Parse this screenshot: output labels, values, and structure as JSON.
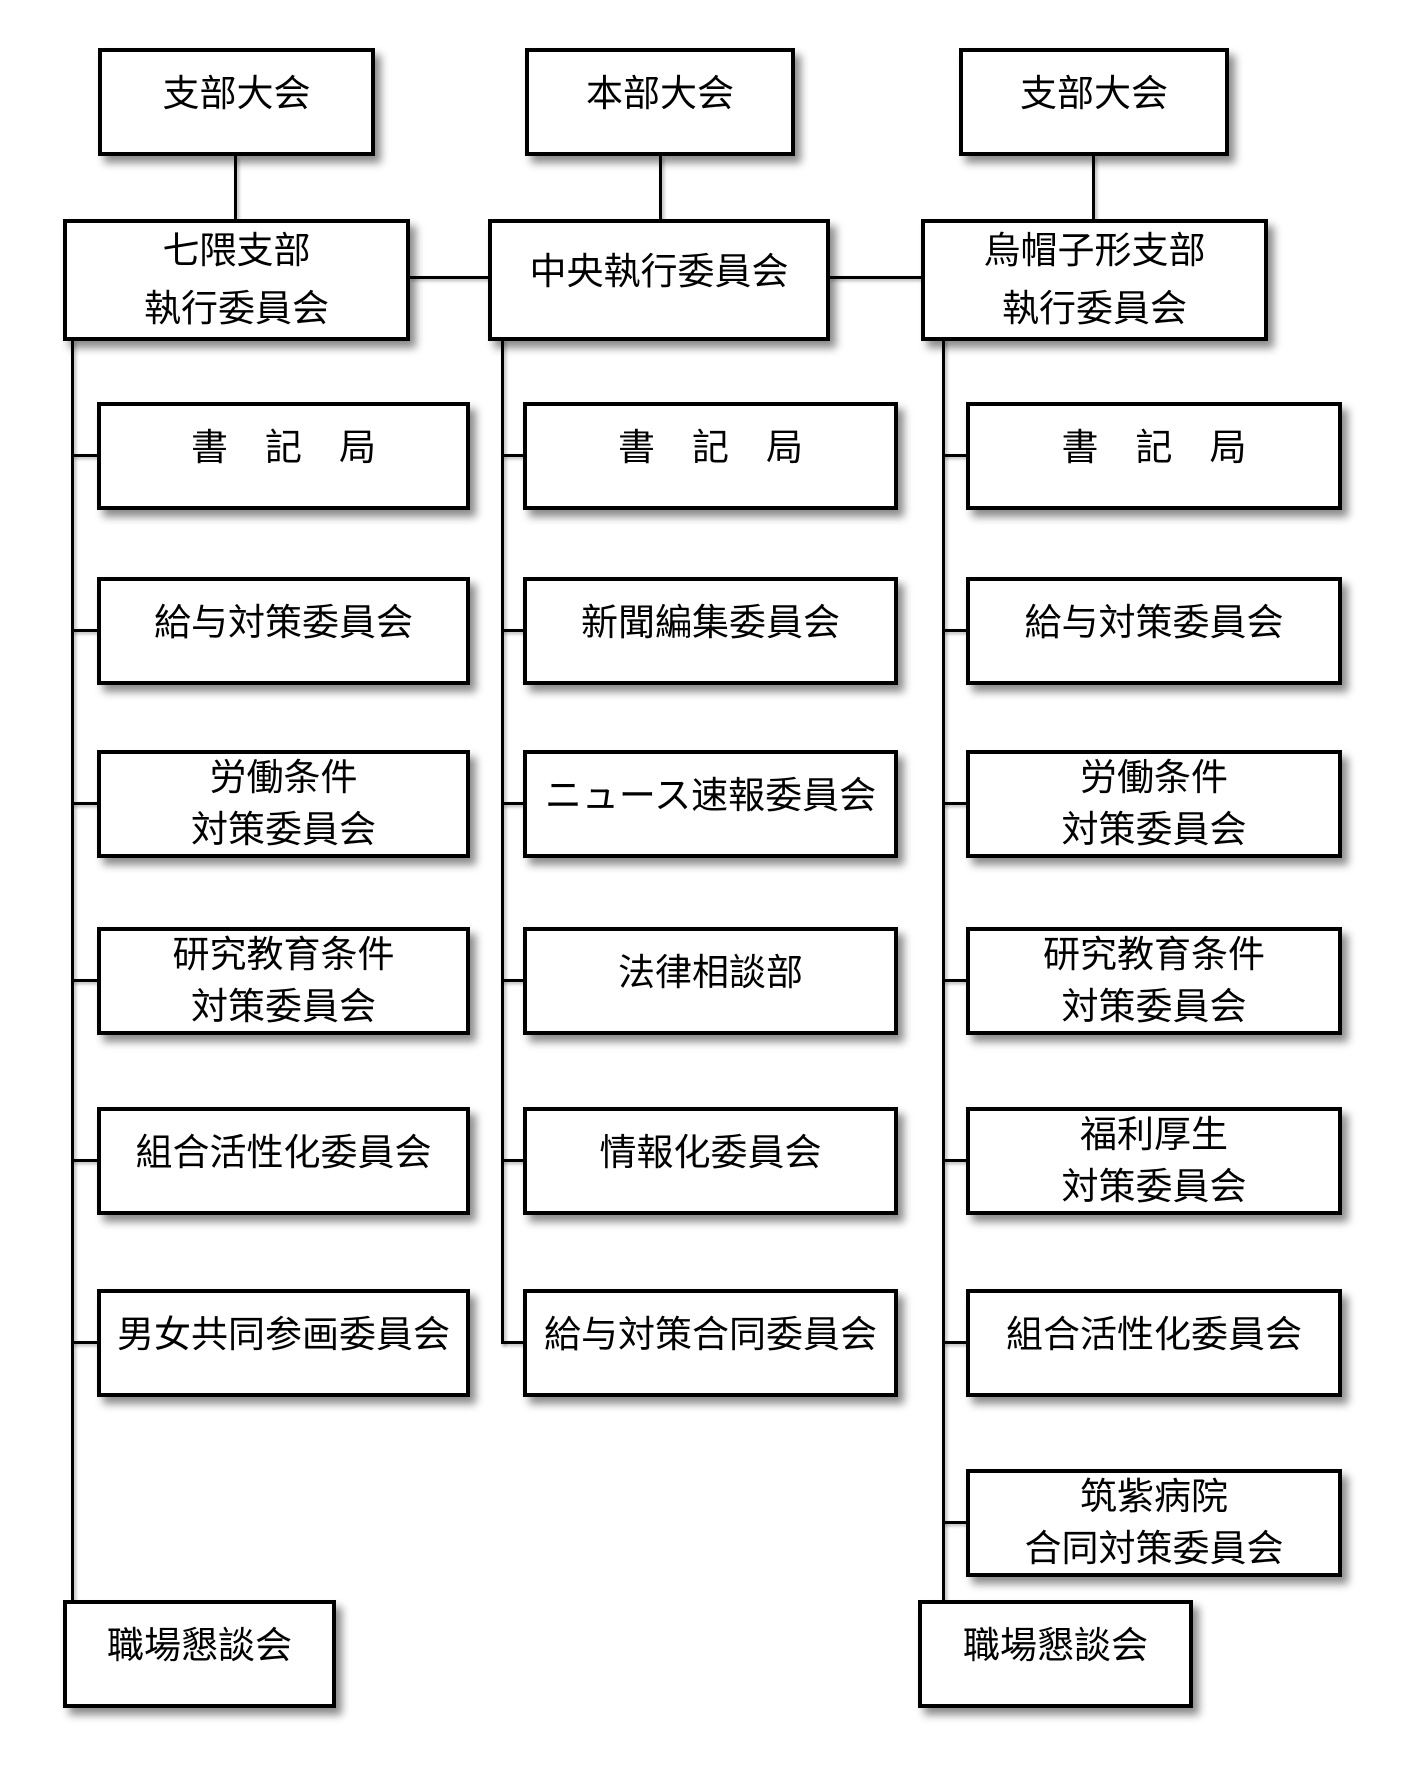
{
  "diagram": {
    "colors": {
      "box_border": "#000000",
      "box_fill": "#ffffff",
      "connector": "#000000",
      "page_background": "#ffffff"
    },
    "top_row": {
      "left_congress": "支部大会",
      "center_congress": "本部大会",
      "right_congress": "支部大会"
    },
    "executive_row": {
      "left": {
        "line1": "七隈支部",
        "line2": "執行委員会"
      },
      "center": {
        "line1": "中央執行委員会"
      },
      "right": {
        "line1": "烏帽子形支部",
        "line2": "執行委員会"
      }
    },
    "left_column": {
      "committees": [
        {
          "line1": "書　記　局"
        },
        {
          "line1": "給与対策委員会"
        },
        {
          "line1": "労働条件",
          "line2": "対策委員会"
        },
        {
          "line1": "研究教育条件",
          "line2": "対策委員会"
        },
        {
          "line1": "組合活性化委員会"
        },
        {
          "line1": "男女共同参画委員会"
        }
      ],
      "bottom": "職場懇談会"
    },
    "center_column": {
      "committees": [
        {
          "line1": "書　記　局"
        },
        {
          "line1": "新聞編集委員会"
        },
        {
          "line1": "ニュース速報委員会"
        },
        {
          "line1": "法律相談部"
        },
        {
          "line1": "情報化委員会"
        },
        {
          "line1": "給与対策合同委員会"
        }
      ]
    },
    "right_column": {
      "committees": [
        {
          "line1": "書　記　局"
        },
        {
          "line1": "給与対策委員会"
        },
        {
          "line1": "労働条件",
          "line2": "対策委員会"
        },
        {
          "line1": "研究教育条件",
          "line2": "対策委員会"
        },
        {
          "line1": "福利厚生",
          "line2": "対策委員会"
        },
        {
          "line1": "組合活性化委員会"
        },
        {
          "line1": "筑紫病院",
          "line2": "合同対策委員会"
        }
      ],
      "bottom": "職場懇談会"
    }
  }
}
